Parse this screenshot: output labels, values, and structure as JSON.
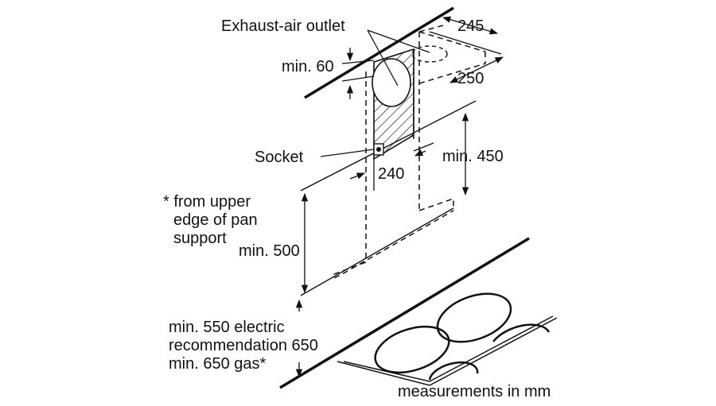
{
  "labels": {
    "exhaust_air_outlet": "Exhaust-air outlet",
    "dim_245": "245",
    "dim_min_60": "min. 60",
    "dim_250": "250",
    "socket": "Socket",
    "dim_min_450": "min. 450",
    "dim_240": "240",
    "footnote_line1": "* from upper",
    "footnote_line2": "edge of pan",
    "footnote_line3": "support",
    "dim_min_500": "min. 500",
    "dim_min_550_line1": "min. 550 electric",
    "dim_min_550_line2": "recommendation 650",
    "dim_min_550_line3": "min. 650 gas*",
    "units_note": "measurements in mm"
  },
  "colors": {
    "line": "#111111",
    "background": "#ffffff"
  }
}
